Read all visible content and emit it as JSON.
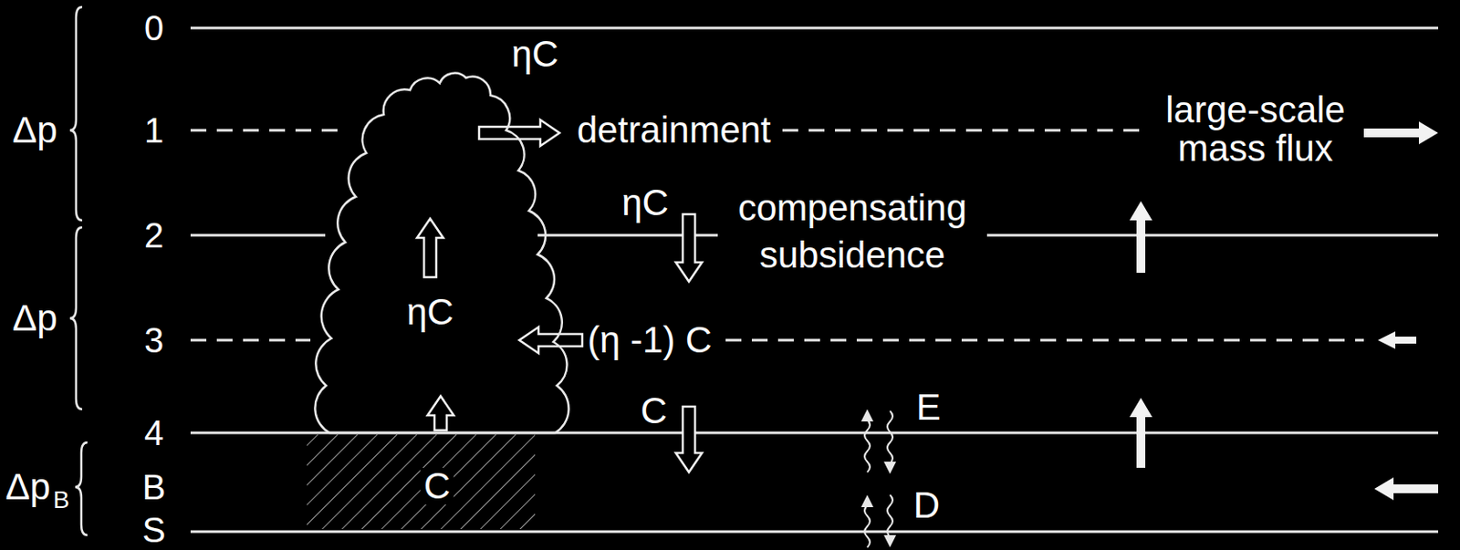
{
  "diagram": {
    "nodes": [
      {
        "text": [
          "ηC"
        ]
      }
    ],
    "labels": [
      "0",
      "1",
      "2",
      "3",
      "4",
      "B",
      "S",
      "Δp",
      "Δp",
      "Δp",
      "B",
      "ηC",
      "detrainment",
      "large-scale mass flux",
      "ηC",
      "compensating subsidence",
      "(η -1) C",
      "C",
      "C",
      "E",
      "D"
    ]
  }
}
